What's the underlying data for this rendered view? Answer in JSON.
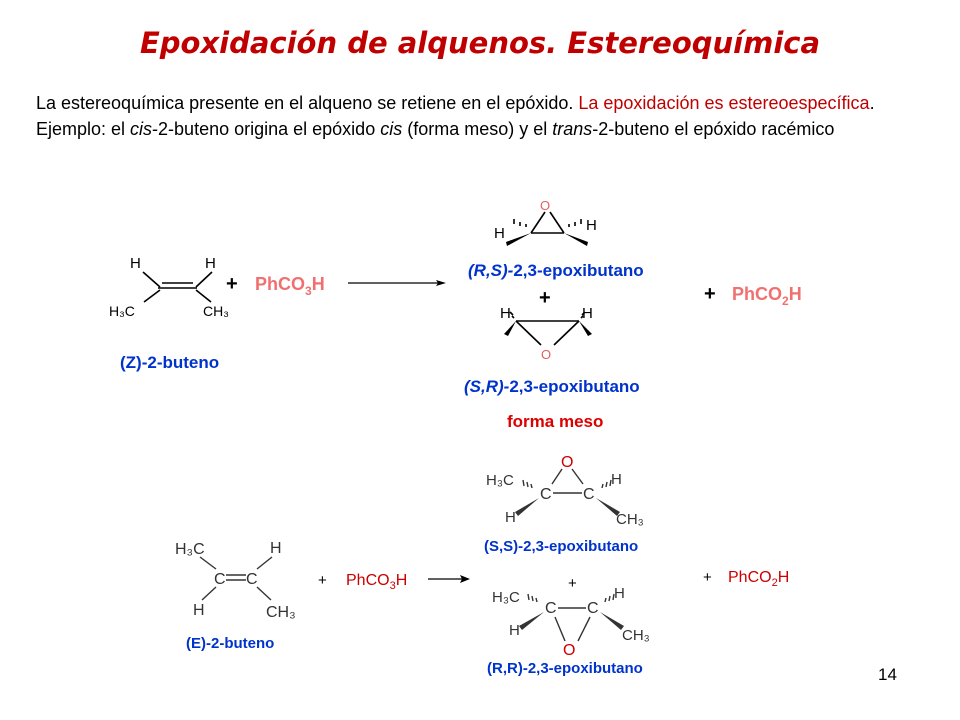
{
  "slide": {
    "title": "Epoxidación de alquenos. Estereoquímica",
    "intro": {
      "p1": "La estereoquímica presente en el alqueno se retiene en el epóxido. ",
      "p2": "La epoxidación es estereoespecífica",
      "p3": ". Ejemplo: el ",
      "p4": "cis",
      "p5": "-2-buteno origina el epóxido ",
      "p6": "cis",
      "p7": " (forma meso) y el ",
      "p8": "trans",
      "p9": "-2-buteno el epóxido racémico"
    },
    "page_number": "14"
  },
  "colors": {
    "title": "#c00000",
    "emphasis": "#c00000",
    "reagent": "#f07070",
    "label_blue": "#0033cc",
    "meso": "#dd0000",
    "atom_o": "#e06060"
  },
  "cis": {
    "h": "H",
    "h3c": "H₃C",
    "ch3": "CH₃",
    "plus": "+",
    "peracid_main": "PhCO",
    "peracid_sub": "3",
    "peracid_end": "H",
    "alkene_name": "(Z)-2-buteno",
    "o": "O",
    "prod1_stereo": "(R,S)-",
    "prod1_name": "2,3-epoxibutano",
    "prod2_stereo": "(S,R)-",
    "prod2_name": "2,3-epoxibutano",
    "acid_main": "PhCO",
    "acid_sub": "2",
    "acid_end": "H",
    "meso": "forma meso"
  },
  "trans": {
    "h": "H",
    "c": "C",
    "h3c": "H₃C",
    "ch3": "CH₃",
    "plus": "+",
    "peracid_main": "PhCO",
    "peracid_sub": "3",
    "peracid_end": "H",
    "alkene_name": "(E)-2-buteno",
    "o": "O",
    "prod1_name": "(S,S)-2,3-epoxibutano",
    "prod2_name": "(R,R)-2,3-epoxibutano",
    "acid_main": "PhCO",
    "acid_sub": "2",
    "acid_end": "H"
  }
}
